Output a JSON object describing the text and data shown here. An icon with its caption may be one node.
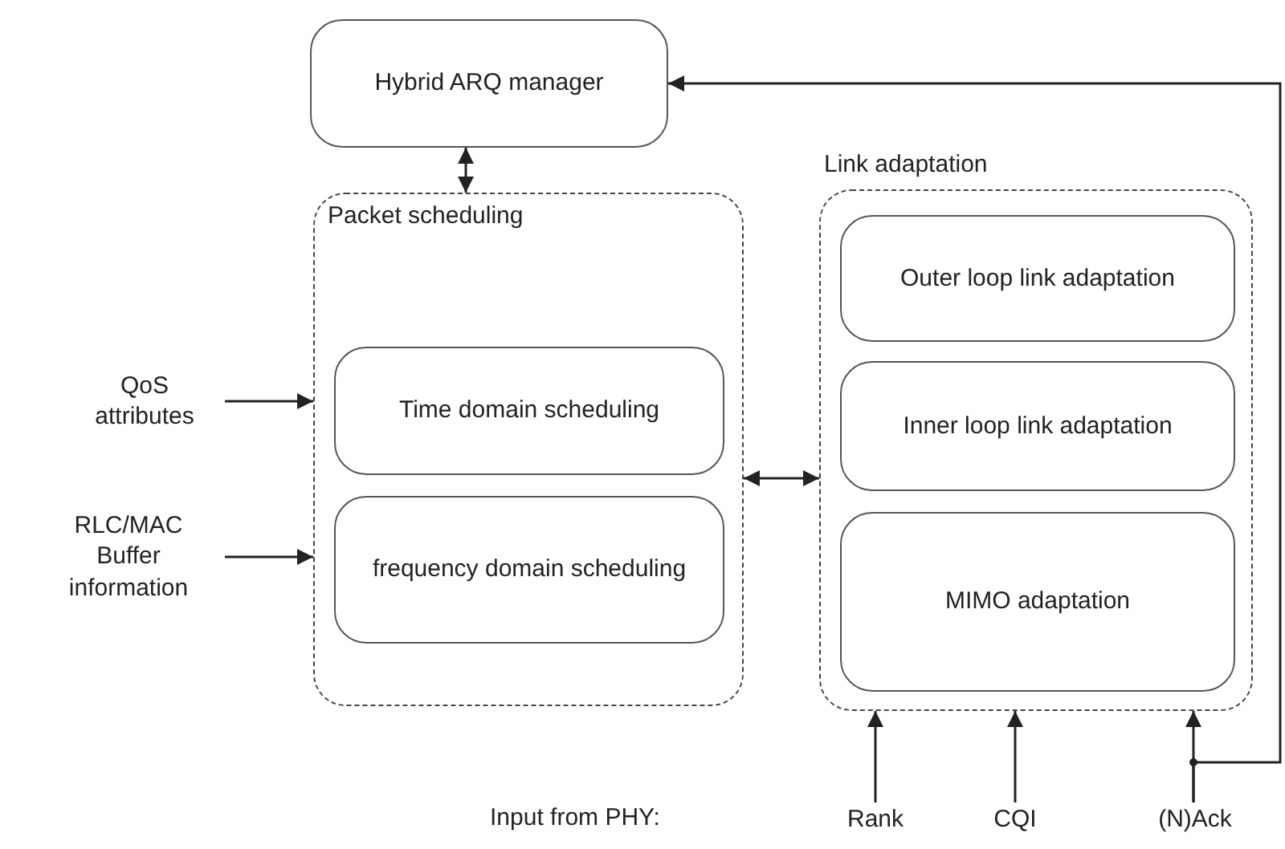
{
  "diagram": {
    "nodes": [
      {
        "text": [
          "Hybrid ARQ manager"
        ]
      },
      {
        "text": [
          "Packet scheduling"
        ]
      },
      {
        "text": [
          "Time domain scheduling"
        ],
        "in": 1
      },
      {
        "text": [
          "frequency domain scheduling"
        ],
        "in": 1
      },
      {
        "text": [
          "Link adaptation"
        ]
      },
      {
        "text": [
          "Outer loop link adaptation"
        ],
        "in": 4
      },
      {
        "text": [
          "Inner loop link adaptation"
        ],
        "in": 4
      },
      {
        "text": [
          "MIMO adaptation"
        ],
        "in": 4
      },
      {
        "text": [
          "QoS attributes"
        ]
      },
      {
        "text": [
          "RLC/MAC Buffer information"
        ]
      },
      {
        "text": [
          "Rank"
        ]
      },
      {
        "text": [
          "CQI"
        ]
      },
      {
        "text": [
          "(N)Ack"
        ]
      }
    ],
    "edges": [
      {
        "from": 0,
        "to": 1,
        "arrow": "both"
      },
      {
        "from": 1,
        "to": 4,
        "arrow": "both"
      },
      {
        "from": 8,
        "to": 1,
        "arrow": "to"
      },
      {
        "from": 9,
        "to": 1,
        "arrow": "to"
      },
      {
        "from": 10,
        "to": 4,
        "arrow": "to"
      },
      {
        "from": 11,
        "to": 4,
        "arrow": "to"
      },
      {
        "from": 12,
        "to": 4,
        "arrow": "to"
      },
      {
        "from": 12,
        "to": 0,
        "arrow": "to"
      }
    ],
    "labels": [
      "Input from PHY:"
    ]
  }
}
